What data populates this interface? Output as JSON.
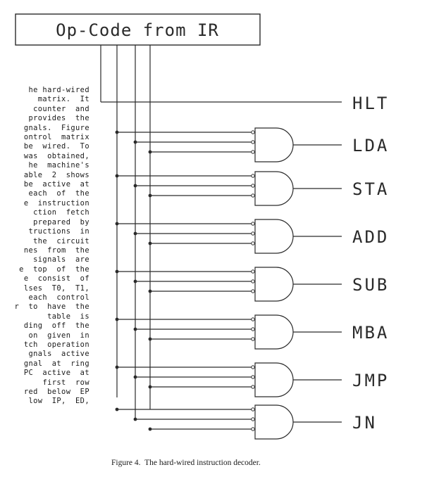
{
  "text_column": {
    "lines": [
      "he hard-wired",
      "matrix.  It",
      "counter  and",
      "provides  the",
      "gnals.  Figure",
      "ontrol  matrix",
      "be  wired.  To",
      "was  obtained,",
      "he  machine's",
      "able  2  shows",
      "be  active  at",
      "each  of  the",
      "e  instruction",
      "ction  fetch",
      "prepared  by",
      "tructions  in",
      "the  circuit",
      "nes  from  the",
      "signals  are",
      "e  top  of  the",
      "e  consist  of",
      "lses  T0,  T1,",
      "each  control",
      "r  to  have  the",
      "table  is",
      "ding  off  the",
      "on  given  in",
      "tch  operation",
      "gnals  active",
      "gnal  at  ring",
      "PC  active  at",
      "first  row",
      "red  below  EP",
      "low  IP,  ED,"
    ]
  },
  "diagram": {
    "opcode_box_label": "Op-Code from IR",
    "outputs": [
      {
        "id": "hlt",
        "label": "HLT",
        "gated": false
      },
      {
        "id": "lda",
        "label": "LDA",
        "gated": true
      },
      {
        "id": "sta",
        "label": "STA",
        "gated": true
      },
      {
        "id": "add",
        "label": "ADD",
        "gated": true
      },
      {
        "id": "sub",
        "label": "SUB",
        "gated": true
      },
      {
        "id": "mba",
        "label": "MBA",
        "gated": true
      },
      {
        "id": "jmp",
        "label": "JMP",
        "gated": true
      },
      {
        "id": "jn",
        "label": "JN",
        "gated": true
      }
    ]
  },
  "caption": "Figure 4.  The hard-wired instruction decoder."
}
